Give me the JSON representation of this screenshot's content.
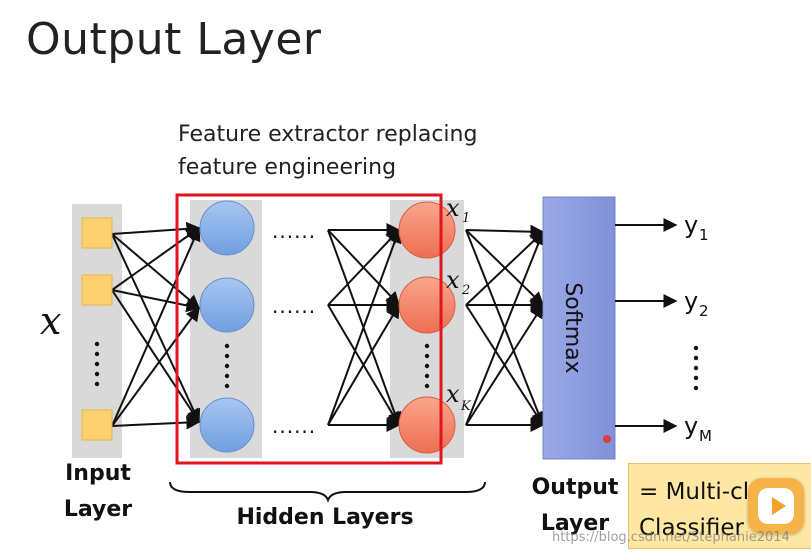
{
  "title": "Output Layer",
  "caption": {
    "line1": "Feature extractor replacing",
    "line2": "feature engineering"
  },
  "diagram": {
    "input_symbol": "x",
    "hidden_dots": "......",
    "hidden_features": [
      "x",
      "x",
      "x"
    ],
    "hidden_feature_subs": [
      "1",
      "2",
      "K"
    ],
    "softmax_label": "Softmax",
    "outputs": [
      {
        "base": "y",
        "sub": "1"
      },
      {
        "base": "y",
        "sub": "2"
      },
      {
        "base": "y",
        "sub": "M"
      }
    ],
    "labels": {
      "input_line1": "Input",
      "input_line2": "Layer",
      "hidden": "Hidden Layers",
      "output_line1": "Output",
      "output_line2": "Layer"
    },
    "colors": {
      "input_node": "#fcd070",
      "hidden_node": "#8db3e8",
      "feature_node": "#f4856d",
      "softmax": "#8e9ee0",
      "highlight_box": "#e0161b",
      "layer_strip": "#d9d9d9"
    }
  },
  "note": {
    "line1": "= Multi-class",
    "line2": "Classifier"
  },
  "watermark": "https://blog.csdn.net/Stephanie2014",
  "player": {
    "icon": "play-icon"
  }
}
